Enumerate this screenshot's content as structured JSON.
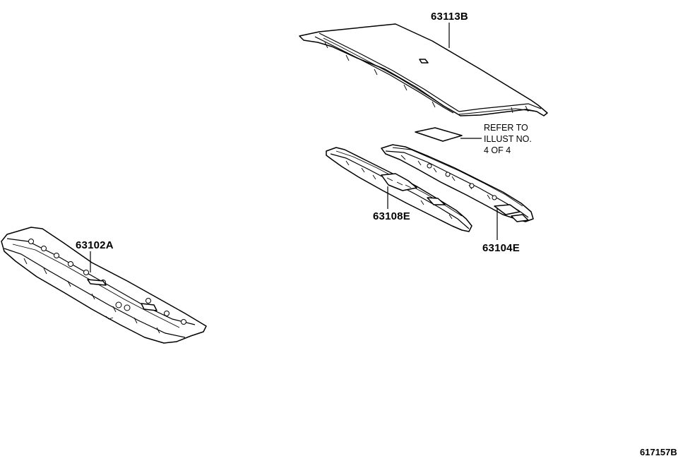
{
  "diagram": {
    "parts": [
      {
        "id": "roof_panel",
        "label": "63113B"
      },
      {
        "id": "front_header",
        "label": "63102A"
      },
      {
        "id": "roof_bow_a",
        "label": "63108E"
      },
      {
        "id": "roof_bow_b",
        "label": "63104E"
      }
    ],
    "note": {
      "lines": [
        "REFER TO",
        "ILLUST NO.",
        "4 OF 4"
      ]
    },
    "illustration_code": "617157B"
  }
}
